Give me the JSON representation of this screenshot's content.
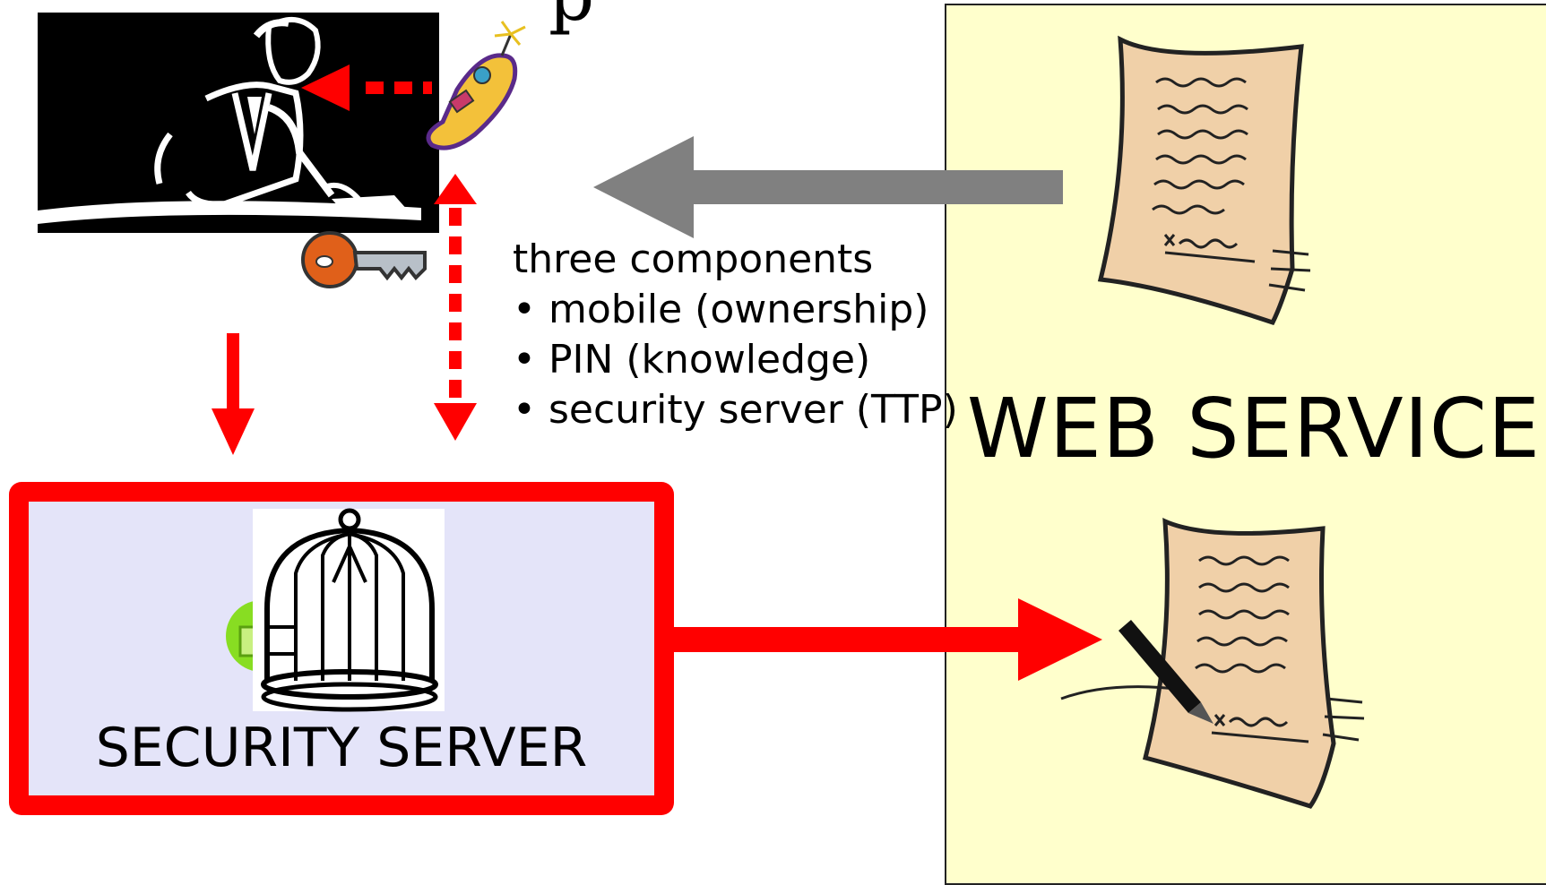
{
  "title_fragment": "p",
  "components": {
    "heading": "three components",
    "items": [
      {
        "label": "mobile (ownership)"
      },
      {
        "label": "PIN (knowledge)"
      },
      {
        "label": "security server (TTP)"
      }
    ]
  },
  "web_service": {
    "label": "WEB SERVICE"
  },
  "security_server": {
    "label": "SECURITY SERVER"
  },
  "colors": {
    "arrow_red": "#ff0000",
    "arrow_gray": "#808080",
    "web_panel": "#ffffcc",
    "server_box": "#e4e4f9",
    "paper": "#f0d0a8",
    "key": "#e0601a"
  },
  "icons": [
    "businessman-icon",
    "mobile-phone-icon",
    "key-icon",
    "document-icon",
    "signed-document-icon",
    "pen-icon",
    "birdcage-icon",
    "padlock-icon"
  ]
}
